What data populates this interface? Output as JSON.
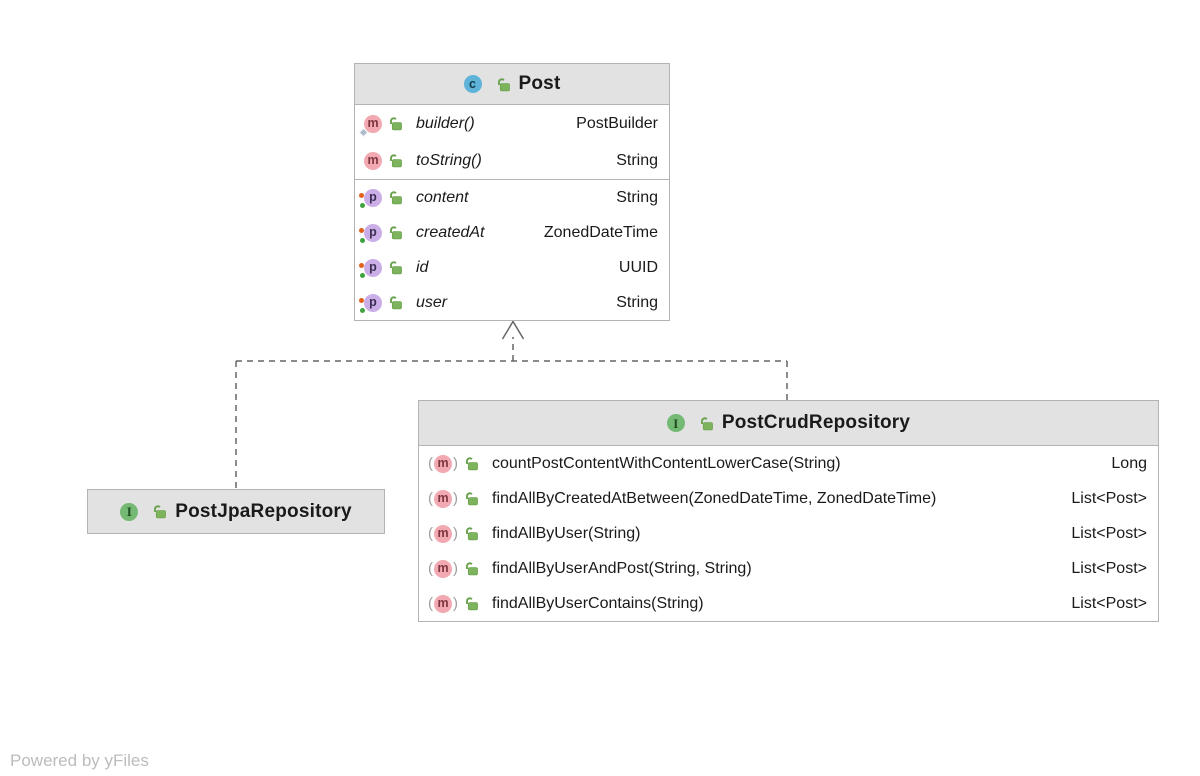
{
  "watermark": "Powered by yFiles",
  "icons": {
    "class_letter": "c",
    "interface_letter": "I",
    "method_letter": "m",
    "property_letter": "p"
  },
  "colors": {
    "header_bg": "#e2e2e2",
    "node_border": "#b3b3b3",
    "class_icon_bg": "#5fb3d9",
    "interface_icon_bg": "#74b974",
    "method_icon_bg": "#f2a9b2",
    "property_icon_bg": "#cbaee8",
    "lock_green": "#7db35c",
    "edge": "#666666",
    "watermark": "#bcbcbc"
  },
  "nodes": {
    "post": {
      "kind": "class",
      "title": "Post",
      "methods": [
        {
          "badge": "method",
          "static": true,
          "italic": true,
          "name": "builder()",
          "type": "PostBuilder"
        },
        {
          "badge": "method",
          "static": false,
          "italic": true,
          "name": "toString()",
          "type": "String"
        }
      ],
      "properties": [
        {
          "badge": "property",
          "italic": true,
          "name": "content",
          "type": "String"
        },
        {
          "badge": "property",
          "italic": true,
          "name": "createdAt",
          "type": "ZonedDateTime"
        },
        {
          "badge": "property",
          "italic": true,
          "name": "id",
          "type": "UUID"
        },
        {
          "badge": "property",
          "italic": true,
          "name": "user",
          "type": "String"
        }
      ]
    },
    "jpa": {
      "kind": "interface",
      "title": "PostJpaRepository",
      "methods": [],
      "properties": []
    },
    "crud": {
      "kind": "interface",
      "title": "PostCrudRepository",
      "methods": [
        {
          "badge": "method",
          "abstract": true,
          "name": "countPostContentWithContentLowerCase(String)",
          "type": "Long"
        },
        {
          "badge": "method",
          "abstract": true,
          "name": "findAllByCreatedAtBetween(ZonedDateTime, ZonedDateTime)",
          "type": "List<Post>"
        },
        {
          "badge": "method",
          "abstract": true,
          "name": "findAllByUser(String)",
          "type": "List<Post>"
        },
        {
          "badge": "method",
          "abstract": true,
          "name": "findAllByUserAndPost(String, String)",
          "type": "List<Post>"
        },
        {
          "badge": "method",
          "abstract": true,
          "name": "findAllByUserContains(String)",
          "type": "List<Post>"
        }
      ]
    }
  },
  "edges": [
    {
      "from": "PostJpaRepository",
      "to": "Post",
      "type": "realization",
      "style": "dashed",
      "arrow": "open"
    },
    {
      "from": "PostCrudRepository",
      "to": "Post",
      "type": "realization",
      "style": "dashed",
      "arrow": "open"
    }
  ]
}
